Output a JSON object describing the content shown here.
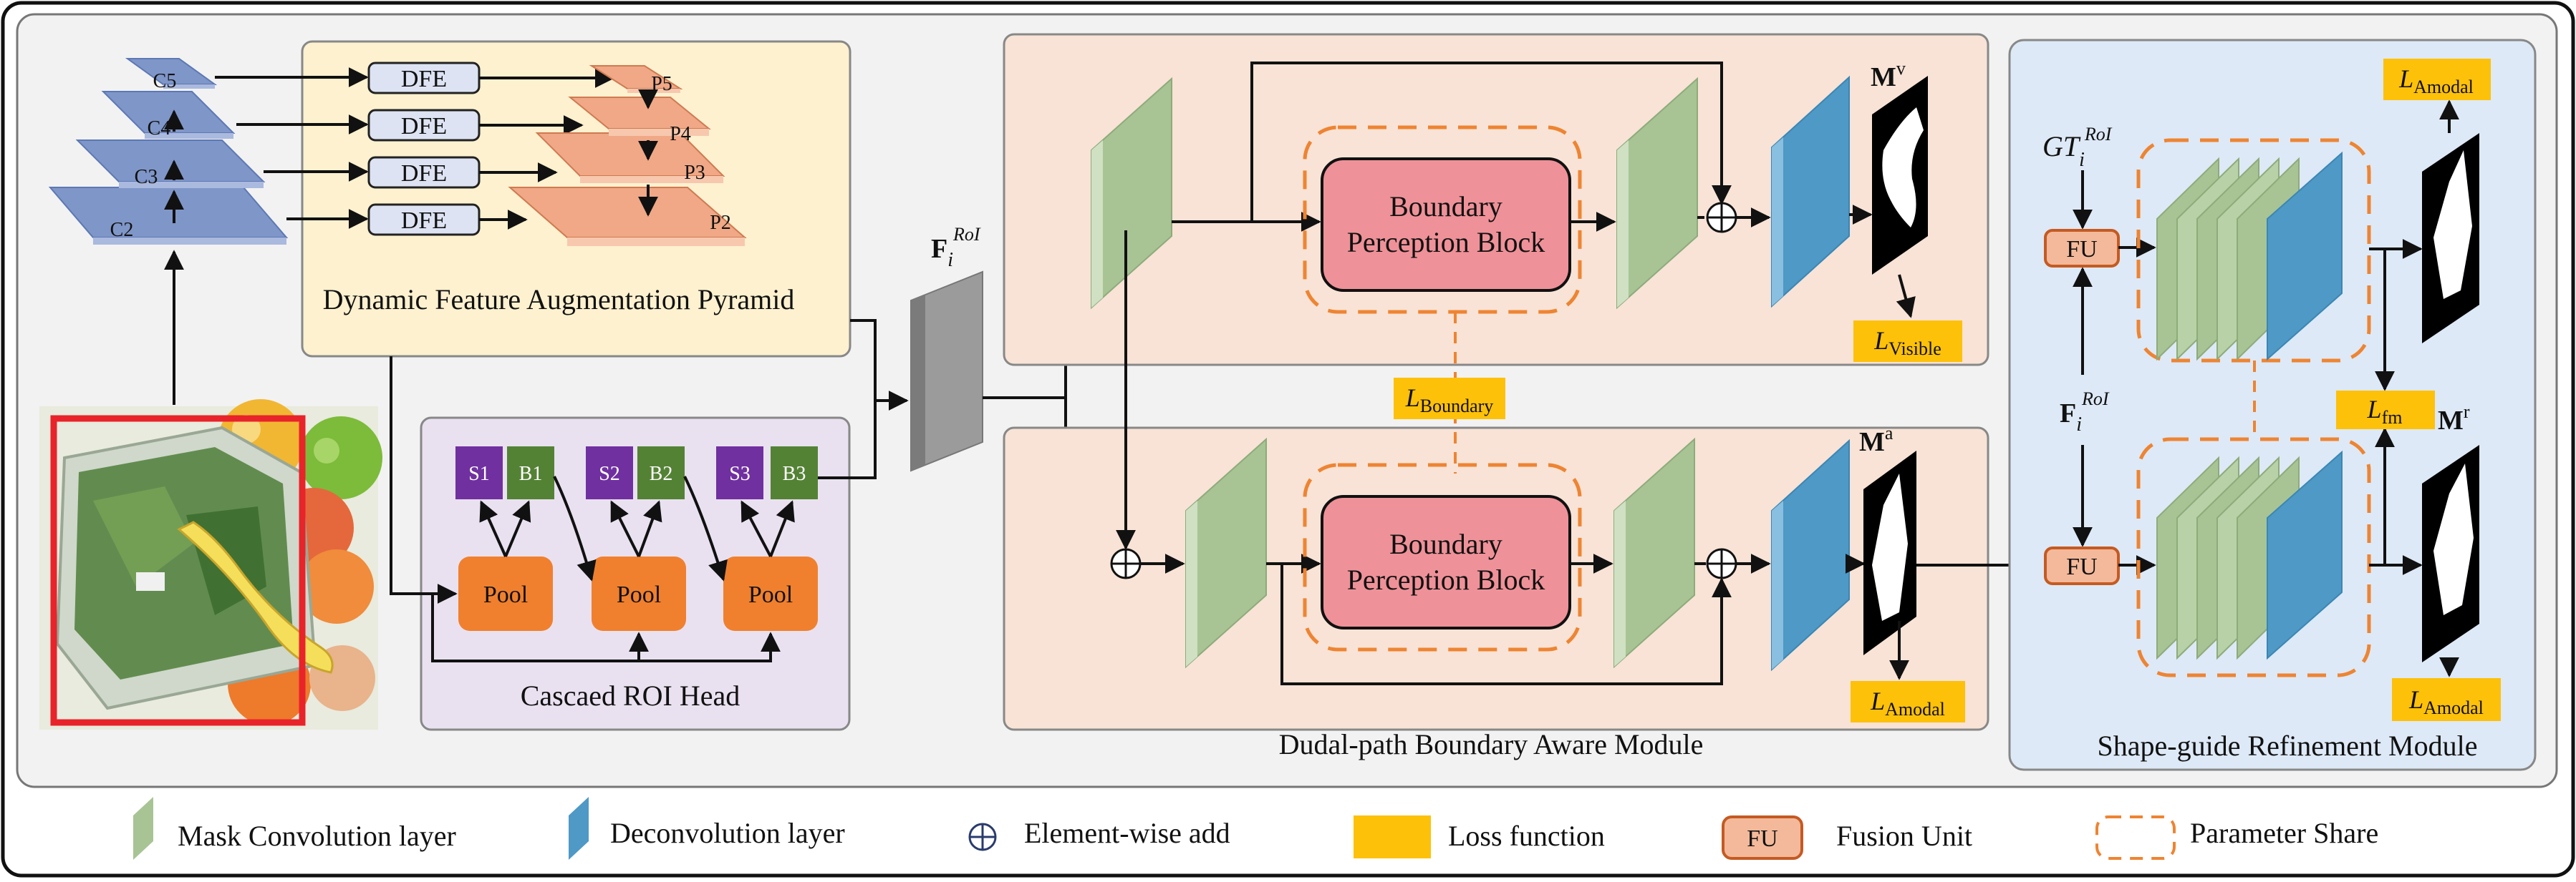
{
  "backbone": {
    "levels": [
      "C5",
      "C4",
      "C3",
      "C2"
    ],
    "outputs": [
      "P5",
      "P4",
      "P3",
      "P2"
    ],
    "dfe_label": "DFE"
  },
  "dfa": {
    "title": "Dynamic Feature Augmentation Pyramid"
  },
  "roi_head": {
    "title": "Cascaed ROI Head",
    "stages": [
      {
        "s": "S1",
        "b": "B1",
        "pool": "Pool"
      },
      {
        "s": "S2",
        "b": "B2",
        "pool": "Pool"
      },
      {
        "s": "S3",
        "b": "B3",
        "pool": "Pool"
      }
    ]
  },
  "roi_feature": {
    "base": "F",
    "sub": "i",
    "sup": "RoI"
  },
  "boundary_module": {
    "title": "Dudal-path Boundary Aware Module",
    "bpb_line1": "Boundary",
    "bpb_line2": "Perception Block",
    "mask_visible": {
      "base": "M",
      "sup": "v"
    },
    "mask_amodal": {
      "base": "M",
      "sup": "a"
    },
    "loss_visible": {
      "base": "L",
      "sub": "Visible"
    },
    "loss_boundary": {
      "base": "L",
      "sub": "Boundary"
    },
    "loss_amodal": {
      "base": "L",
      "sub": "Amodal"
    }
  },
  "refine_module": {
    "title": "Shape-guide Refinement Module",
    "gt": {
      "base": "GT",
      "sub": "i",
      "sup": "RoI"
    },
    "fu_label": "FU",
    "roi_feature": {
      "base": "F",
      "sub": "i",
      "sup": "RoI"
    },
    "mask_refined": {
      "base": "M",
      "sup": "r"
    },
    "loss_top": {
      "base": "L",
      "sub": "Amodal"
    },
    "loss_fm": {
      "base": "L",
      "sub": "fm"
    },
    "loss_bottom": {
      "base": "L",
      "sub": "Amodal"
    }
  },
  "legend": {
    "mask_conv": "Mask Convolution layer",
    "deconv": "Deconvolution layer",
    "add": "Element-wise add",
    "loss": "Loss function",
    "fu_badge": "FU",
    "fu": "Fusion Unit",
    "share": "Parameter Share"
  },
  "colors": {
    "dfa_fill": "#fdf1cf",
    "roi_fill": "#e9e1f0",
    "pink_fill": "#f8e3d6",
    "blue_fill": "#dde9f6",
    "bpb_fill": "#ef9198",
    "loss_fill": "#fdc10a",
    "mask_green": "#a8c494",
    "deconv_blue": "#4e99c6",
    "pool_orange": "#f0802e",
    "s_purple": "#7030a0",
    "b_green": "#548235",
    "dashed_orange": "#ee8432",
    "fu_fill": "#f3b99a",
    "fu_stroke": "#c55a22"
  }
}
